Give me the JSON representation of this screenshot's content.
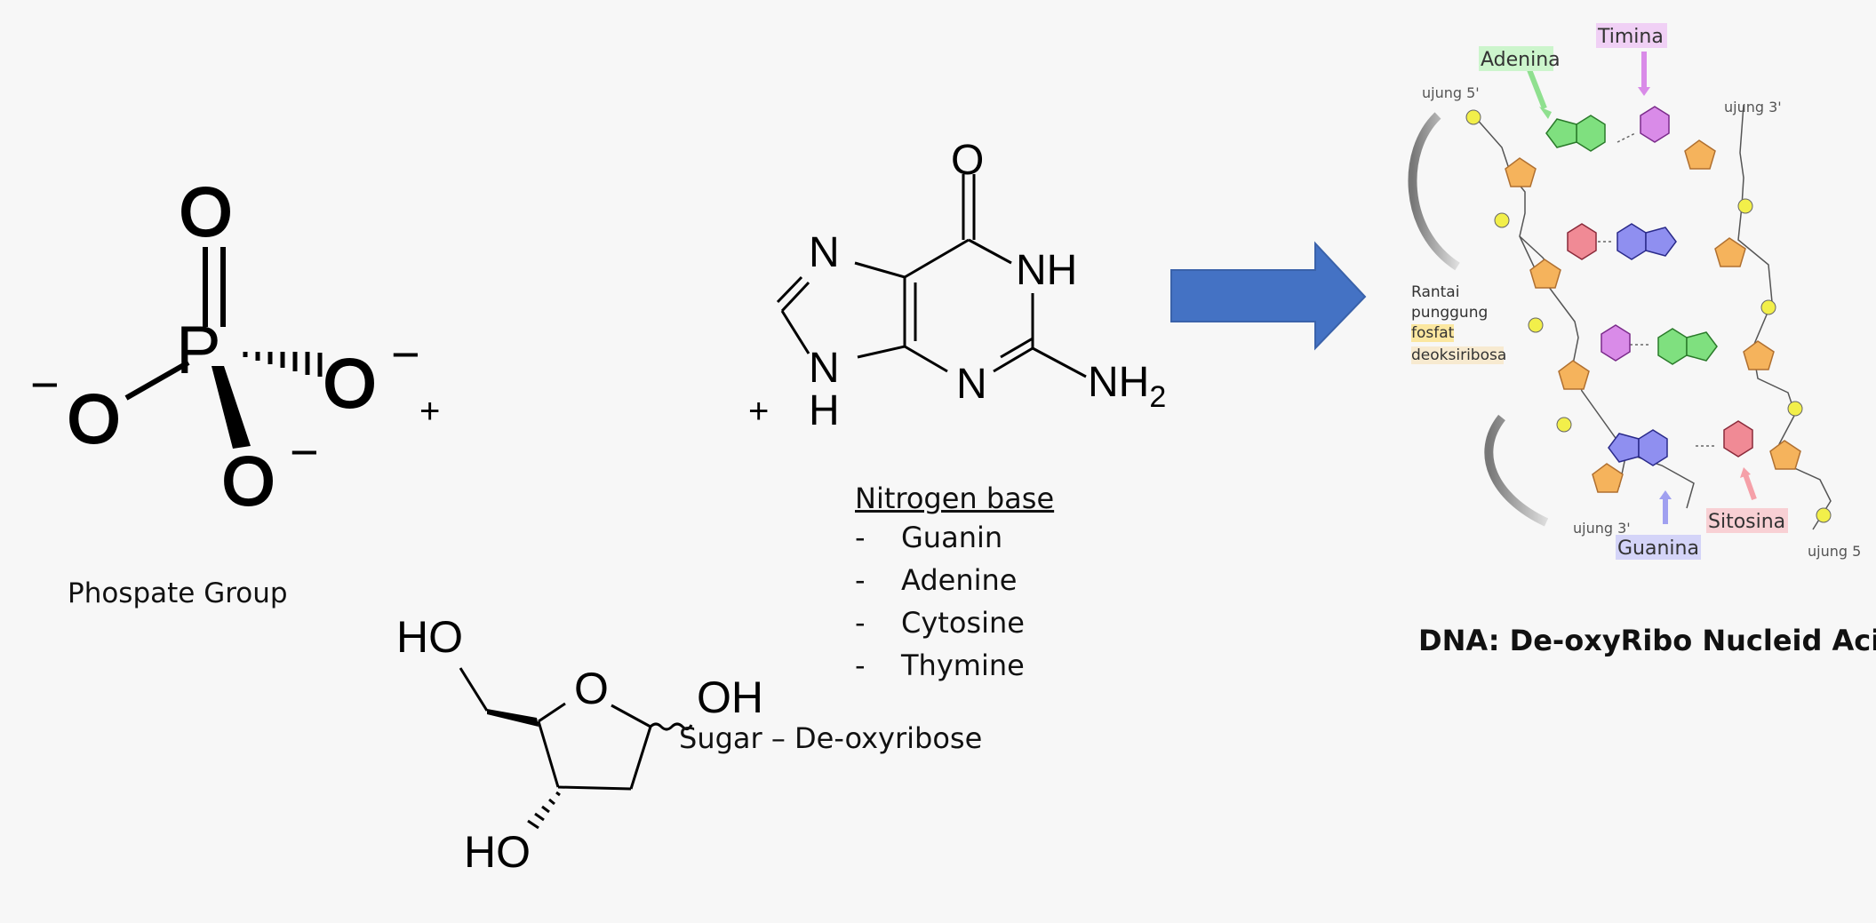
{
  "phosphate": {
    "caption": "Phospate Group",
    "atoms": {
      "p": "P",
      "o": "O"
    },
    "charge": "−"
  },
  "operators": {
    "plus": "+"
  },
  "guanine": {
    "atoms": {
      "o": "O",
      "n": "N",
      "nh": "NH",
      "h": "H",
      "nh2_main": "NH",
      "nh2_sub": "2"
    }
  },
  "nitrogen_base": {
    "title": "Nitrogen base",
    "bullet": "-",
    "items": [
      "Guanin",
      "Adenine",
      "Cytosine",
      "Thymine"
    ]
  },
  "sugar": {
    "caption": "Sugar – De-oxyribose",
    "atoms": {
      "ho_top": "HO",
      "o": "O",
      "oh": "OH",
      "ho_bottom": "HO"
    }
  },
  "arrow": {
    "color": "#4472c4"
  },
  "dna": {
    "caption": "DNA: De-oxyRibo Nucleid Acid",
    "labels": {
      "adenina": "Adenina",
      "timina": "Timina",
      "guanina": "Guanina",
      "sitosina": "Sitosina",
      "ujung5_top": "ujung 5'",
      "ujung3_top": "ujung 3'",
      "ujung3_bottom": "ujung 3'",
      "ujung5_bottom": "ujung 5",
      "rantai": "Rantai",
      "punggung": "punggung",
      "fosfat": "fosfat",
      "deoksiribosa": "deoksiribosa"
    },
    "colors": {
      "adenine": "#7fe07f",
      "thymine": "#d98be8",
      "guanine": "#8f8ff0",
      "cytosine": "#f08a95",
      "sugar": "#f5b35c",
      "phosphate": "#f2ef4a"
    }
  }
}
